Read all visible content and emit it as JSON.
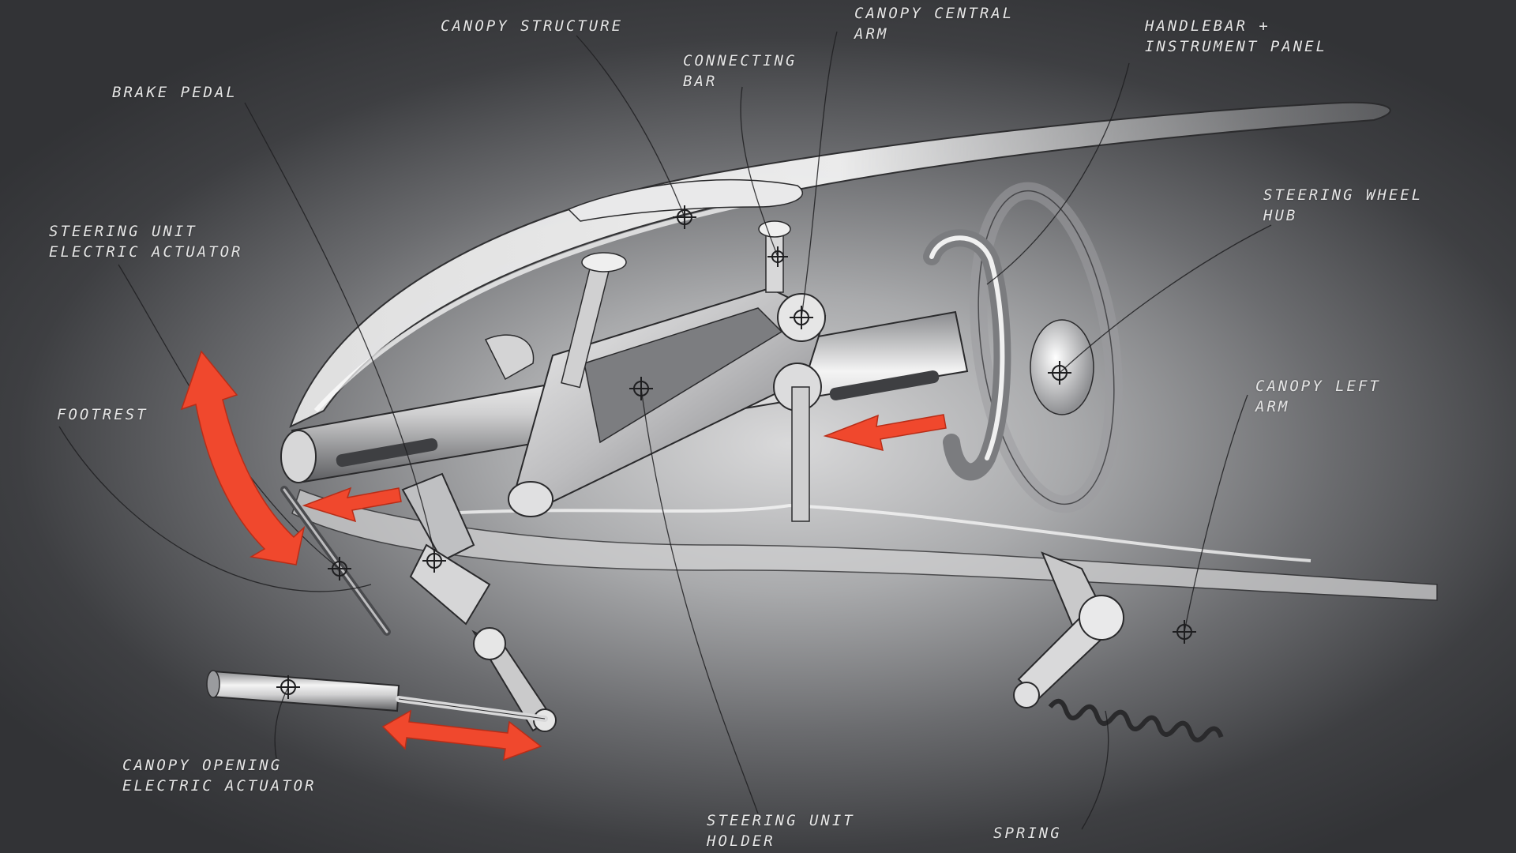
{
  "palette": {
    "background": "#3a3b3e",
    "metal_light": "#efefef",
    "metal_dark": "#6d6e71",
    "line": "#2a2a2c",
    "accent_arrow": "#f0482d",
    "label": "#e6e6e6"
  },
  "labels": [
    {
      "id": "canopy-structure",
      "lines": [
        "Canopy structure"
      ]
    },
    {
      "id": "canopy-central-arm",
      "lines": [
        "Canopy central",
        "arm"
      ]
    },
    {
      "id": "handlebar-instrument-panel",
      "lines": [
        "Handlebar +",
        "instrument panel"
      ]
    },
    {
      "id": "connecting-bar",
      "lines": [
        "Connecting",
        "bar"
      ]
    },
    {
      "id": "brake-pedal",
      "lines": [
        "Brake pedal"
      ]
    },
    {
      "id": "steering-unit-electric-actuator",
      "lines": [
        "Steering unit",
        "electric actuator"
      ]
    },
    {
      "id": "steering-wheel-hub",
      "lines": [
        "Steering wheel",
        "hub"
      ]
    },
    {
      "id": "footrest",
      "lines": [
        "Footrest"
      ]
    },
    {
      "id": "canopy-left-arm",
      "lines": [
        "Canopy left",
        "arm"
      ]
    },
    {
      "id": "canopy-opening-electric-actuator",
      "lines": [
        "Canopy opening",
        "electric actuator"
      ]
    },
    {
      "id": "steering-unit-holder",
      "lines": [
        "Steering unit",
        "holder"
      ]
    },
    {
      "id": "spring",
      "lines": [
        "Spring"
      ]
    }
  ]
}
